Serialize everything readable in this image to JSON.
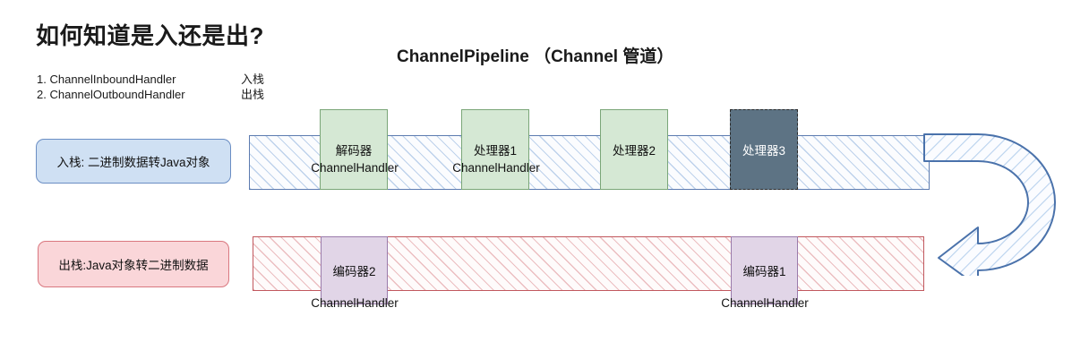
{
  "page": {
    "title": "如何知道是入还是出?",
    "handler_list": [
      {
        "index": "1.",
        "name": "ChannelInboundHandler",
        "tag": "入栈"
      },
      {
        "index": "2.",
        "name": "ChannelOutboundHandler",
        "tag": "出栈"
      }
    ]
  },
  "diagram": {
    "title": "ChannelPipeline （Channel 管道）",
    "legend": {
      "inbound": "入栈: 二进制数据转Java对象",
      "outbound": "出栈:Java对象转二进制数据"
    },
    "inbound_pipeline": {
      "nodes": [
        {
          "label": "解码器",
          "caption": "ChannelHandler",
          "style": "green"
        },
        {
          "label": "处理器1",
          "caption": "ChannelHandler",
          "style": "green"
        },
        {
          "label": "处理器2",
          "caption": "",
          "style": "green"
        },
        {
          "label": "处理器3",
          "caption": "",
          "style": "dark"
        }
      ]
    },
    "outbound_pipeline": {
      "nodes": [
        {
          "label": "编码器2",
          "caption": "ChannelHandler",
          "style": "purple"
        },
        {
          "label": "编码器1",
          "caption": "ChannelHandler",
          "style": "purple"
        }
      ]
    },
    "arrow": {
      "name": "u-turn-arrow",
      "direction": "left"
    }
  },
  "colors": {
    "inbound_band_stroke": "#5c7bb0",
    "outbound_band_stroke": "#c1585e",
    "green_node": "#d5e8d4",
    "dark_node": "#5d7384",
    "purple_node": "#e1d5e7",
    "legend_inbound_fill": "#cfe0f3",
    "legend_outbound_fill": "#fad6d9"
  }
}
